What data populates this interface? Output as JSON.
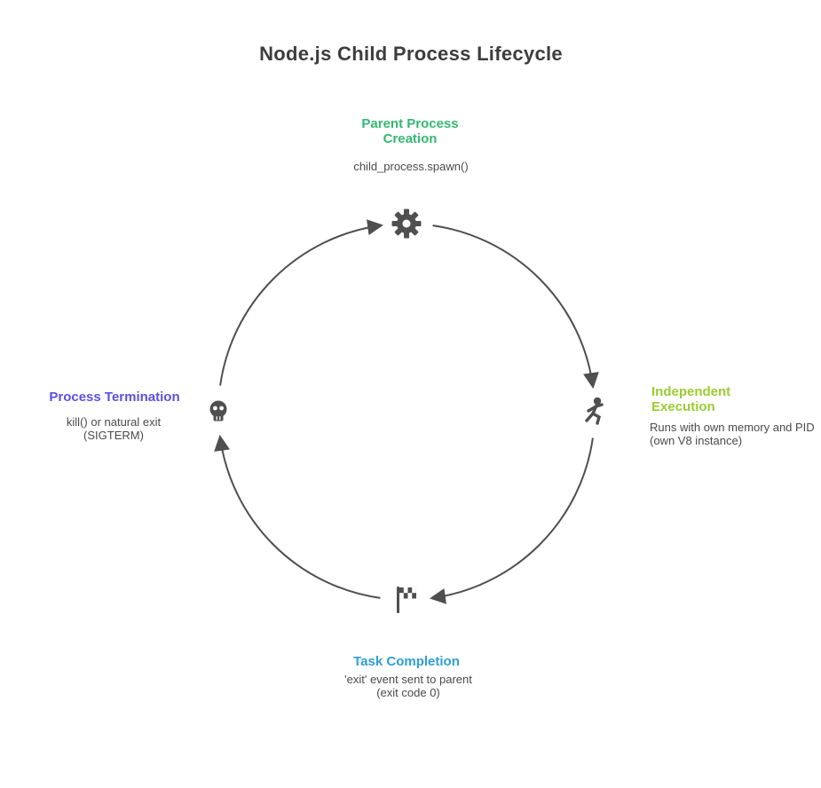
{
  "title": "Node.js Child Process Lifecycle",
  "colors": {
    "ink": "#4f4f4f",
    "title": "#3d3d3d",
    "note": "#4a4a4a",
    "creation_green": "#34b873",
    "execution_olive": "#9acd32",
    "completion_blue": "#2e9fd6",
    "termination_purple": "#5a51e1"
  },
  "flow": {
    "direction": "clockwise"
  },
  "stages": [
    {
      "name": "creation",
      "position": "top",
      "icon": "gear-icon",
      "color": "#34b873",
      "label_line1": "Parent Process",
      "label_line2": "Creation",
      "note_line1": "child_process.spawn()",
      "note_line2": ""
    },
    {
      "name": "execution",
      "position": "right",
      "icon": "runner-icon",
      "color": "#9acd32",
      "label_line1": "Independent",
      "label_line2": "Execution",
      "note_line1": "Runs with own memory and PID",
      "note_line2": "(own V8 instance)"
    },
    {
      "name": "completion",
      "position": "bottom",
      "icon": "flag-icon",
      "color": "#2e9fd6",
      "label_line1": "Task Completion",
      "label_line2": "",
      "note_line1": "'exit' event sent to parent",
      "note_line2": "(exit code 0)"
    },
    {
      "name": "termination",
      "position": "left",
      "icon": "skull-icon",
      "color": "#5a51e1",
      "label_line1": "Process Termination",
      "label_line2": "",
      "note_line1": "kill() or natural exit",
      "note_line2": "(SIGTERM)"
    }
  ]
}
